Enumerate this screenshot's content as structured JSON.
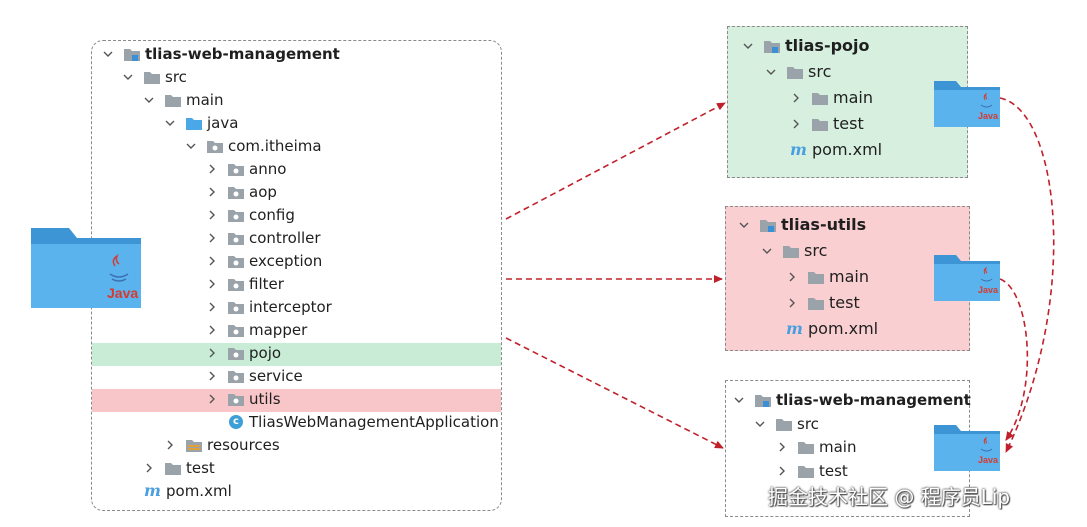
{
  "main_tree": {
    "root": "tlias-web-management",
    "src": "src",
    "main": "main",
    "java": "java",
    "package": "com.itheima",
    "packages": [
      "anno",
      "aop",
      "config",
      "controller",
      "exception",
      "filter",
      "interceptor",
      "mapper",
      "pojo",
      "service",
      "utils"
    ],
    "app_class": "TliasWebManagementApplication",
    "resources": "resources",
    "test": "test",
    "pom": "pom.xml"
  },
  "modules": {
    "pojo": {
      "name": "tlias-pojo",
      "src": "src",
      "main": "main",
      "test": "test",
      "pom": "pom.xml",
      "color": "#d6efdf"
    },
    "utils": {
      "name": "tlias-utils",
      "src": "src",
      "main": "main",
      "test": "test",
      "pom": "pom.xml",
      "color": "#f9cfd1"
    },
    "web": {
      "name": "tlias-web-management",
      "src": "src",
      "main": "main",
      "test": "test"
    }
  },
  "icons": {
    "java_folder_label": "Java",
    "folder": "folder-icon",
    "maven": "maven-m-icon",
    "class": "class-c-icon"
  },
  "colors": {
    "arrow": "#c0202a",
    "highlight_pojo": "#c9ecd6",
    "highlight_utils": "#f8c6c9",
    "folder_blue": "#4aa8e8"
  },
  "watermark": "掘金技术社区 @ 程序员Lip"
}
